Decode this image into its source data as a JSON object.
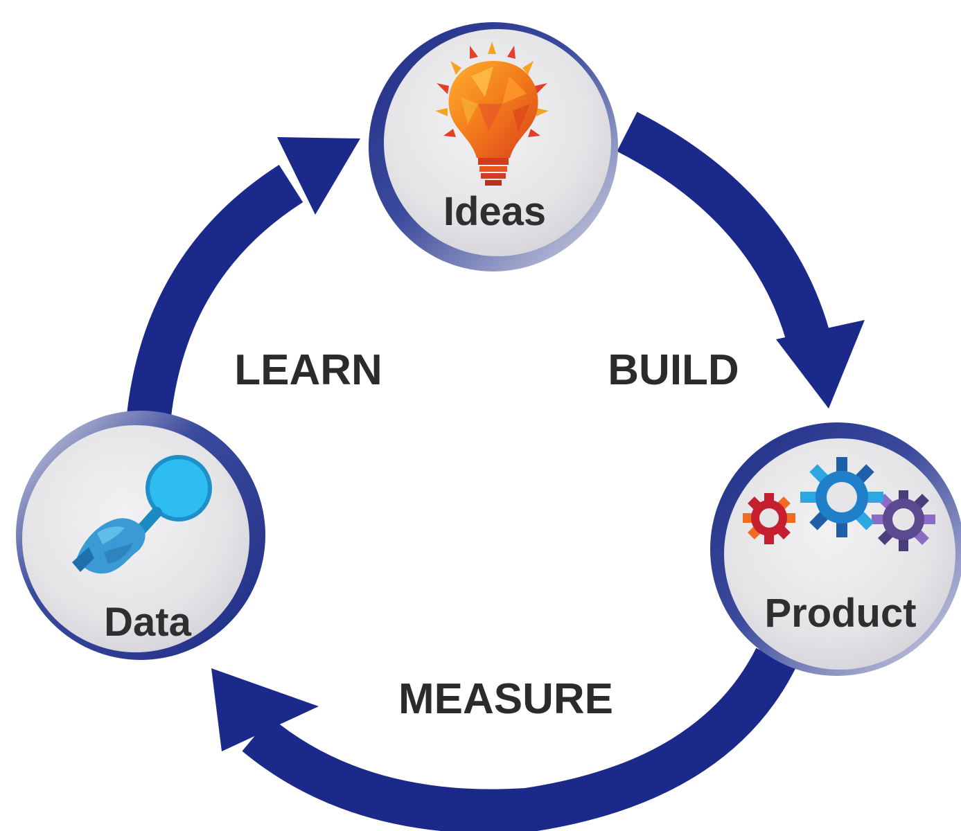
{
  "cycle": {
    "nodes": {
      "ideas": {
        "label": "Ideas",
        "icon": "lightbulb-icon"
      },
      "product": {
        "label": "Product",
        "icon": "gears-icon"
      },
      "data": {
        "label": "Data",
        "icon": "magnifier-icon"
      }
    },
    "stages": {
      "build": "BUILD",
      "measure": "MEASURE",
      "learn": "LEARN"
    }
  },
  "colors": {
    "arrow": "#1b2a8a",
    "node_fill": "#e6e6e8",
    "node_ring": "#2a3a8f",
    "text": "#2b2b2b",
    "bulb": "#f08a1c",
    "gear_red": "#c4202f",
    "gear_blue": "#1f7fc9",
    "gear_purple": "#6a4fa3",
    "magnifier": "#2ab0e8"
  }
}
